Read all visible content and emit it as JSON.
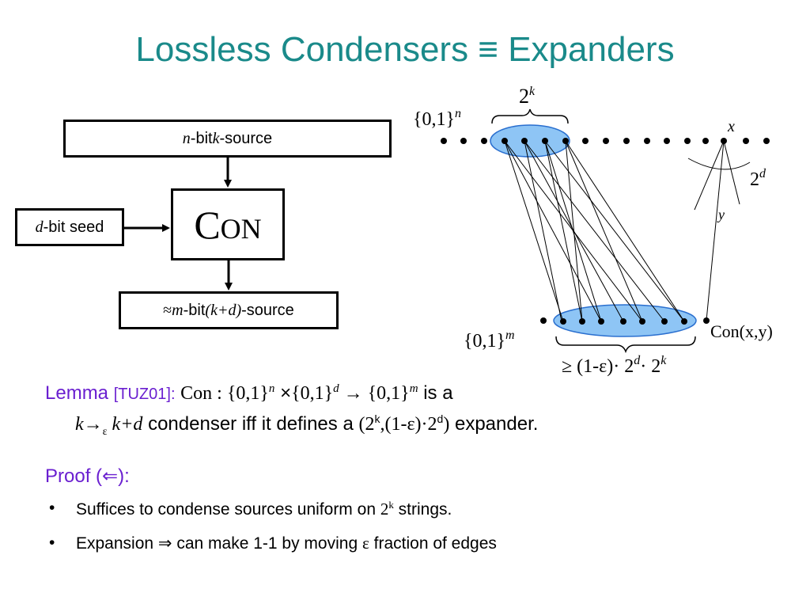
{
  "title": "Lossless Condensers ≡ Expanders",
  "diagram": {
    "source_box": {
      "n": "n",
      "bit": "-bit ",
      "k": "k",
      "rest": "-source"
    },
    "seed_box": {
      "d": "d",
      "rest": "-bit seed"
    },
    "con_box": {
      "label_C": "C",
      "label_rest": "ON"
    },
    "output_box": {
      "approx": "≈ ",
      "m": "m",
      "bit": "-bit ",
      "paren": "(k+d)",
      "rest": "-source"
    }
  },
  "graph": {
    "top_set": "{0,1}",
    "top_exp": "n",
    "top_brace_label": "2",
    "top_brace_exp": "k",
    "x_label": "x",
    "y_label": "y",
    "deg_label": "2",
    "deg_exp": "d",
    "bottom_set": "{0,1}",
    "bottom_exp": "m",
    "con_label": "Con(x,y)",
    "bottom_brace_label": "≥ (1-ε)· 2",
    "bottom_brace_d": "d",
    "bottom_brace_dot": "· 2",
    "bottom_brace_k": "k"
  },
  "lemma": {
    "label": "Lemma",
    "cite": "[TUZ01]:",
    "con": "Con : ",
    "set1": "{0,1}",
    "exp_n": "n",
    "times": " ×",
    "set2": "{0,1}",
    "exp_d": "d",
    "arrow": " → ",
    "set3": "{0,1}",
    "exp_m": "m",
    "tail1": " is a",
    "k_arrow": "k→",
    "eps_sub": "ε",
    "kd": " k+d",
    "mid": " condenser iff it defines a ",
    "params": "(2",
    "params_k": "k",
    "params_rest": ",(1-ε)·2",
    "params_d": "d",
    "params_close": ")",
    "tail2": " expander."
  },
  "proof": {
    "label": "Proof (⇐):",
    "bullets": [
      {
        "dot": "•",
        "pre": "Suffices to condense sources uniform on ",
        "math": "2",
        "sup": "k",
        "post": " strings."
      },
      {
        "dot": "•",
        "pre": "Expansion ",
        "math": "⇒",
        "mid": " can make 1-1 by moving ",
        "eps": "ε",
        "post": " fraction of edges"
      }
    ]
  },
  "colors": {
    "title": "#1a8a8a",
    "accent": "#6a1fd0",
    "ellipse": "#8ec5f5"
  }
}
